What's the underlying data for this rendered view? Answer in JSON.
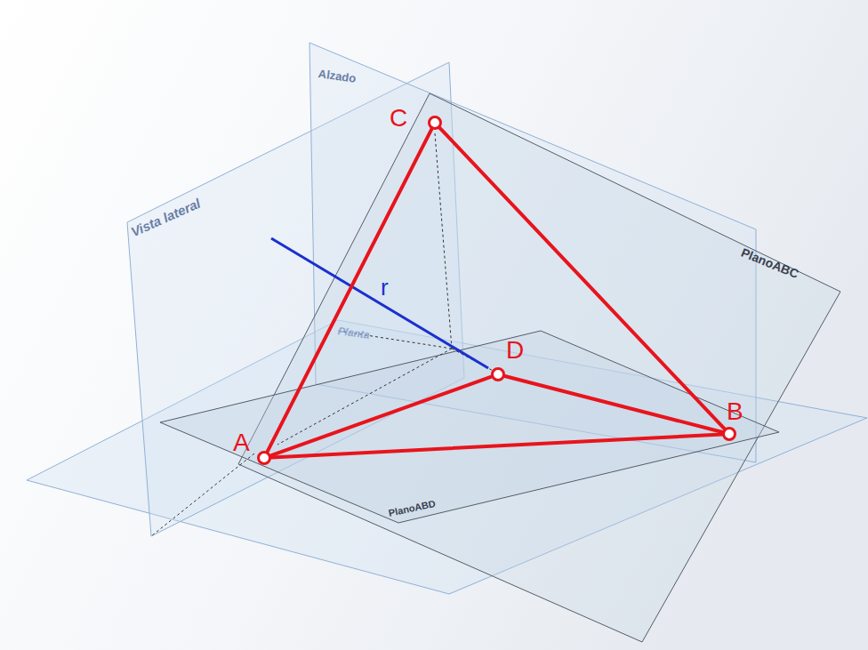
{
  "diagram": {
    "nodes": [
      {
        "text": [
          "A"
        ]
      },
      {
        "text": [
          "B"
        ]
      },
      {
        "text": [
          "C"
        ]
      },
      {
        "text": [
          "D"
        ]
      }
    ],
    "edges": [
      {
        "from": 0,
        "to": 2,
        "arrow": "none"
      },
      {
        "from": 2,
        "to": 1,
        "arrow": "none"
      },
      {
        "from": 0,
        "to": 1,
        "arrow": "none"
      },
      {
        "from": 0,
        "to": 3,
        "arrow": "none"
      },
      {
        "from": 3,
        "to": 1,
        "arrow": "none"
      }
    ],
    "labels": [
      "Alzado",
      "Vista lateral",
      "r",
      "PlanoABC",
      "Planta",
      "PlanoABD"
    ]
  }
}
